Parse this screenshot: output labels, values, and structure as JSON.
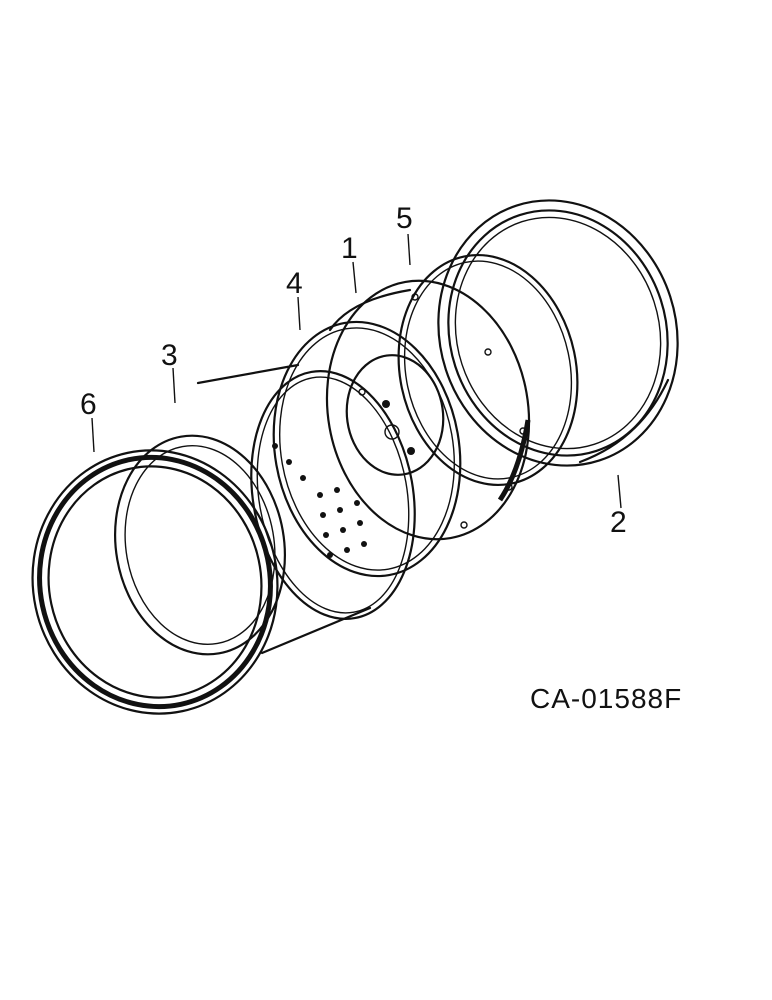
{
  "diagram": {
    "callouts": [
      {
        "id": "1",
        "label": "1"
      },
      {
        "id": "2",
        "label": "2"
      },
      {
        "id": "3",
        "label": "3"
      },
      {
        "id": "4",
        "label": "4"
      },
      {
        "id": "5",
        "label": "5"
      },
      {
        "id": "6",
        "label": "6"
      }
    ],
    "drawing_code": "CA-01588F"
  }
}
